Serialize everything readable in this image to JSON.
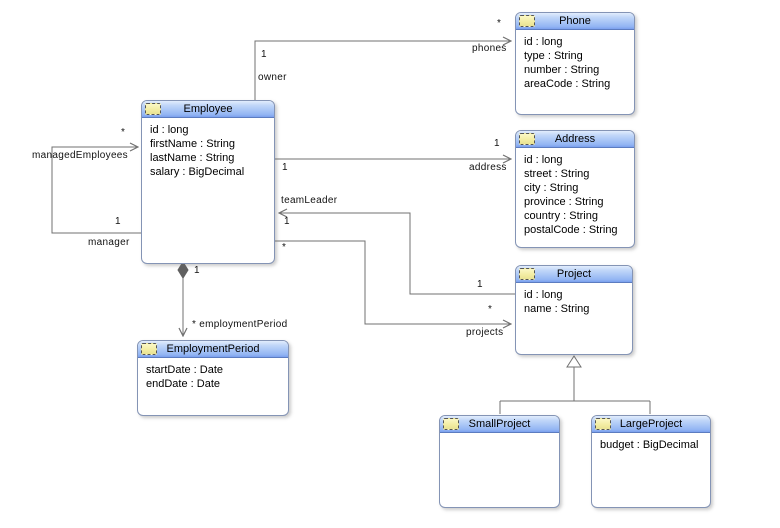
{
  "colors": {
    "header_gradient_top": "#c3d8f9",
    "header_gradient_bottom": "#7aa0ee",
    "box_border": "#8494b5",
    "header_border": "#5c7cc0",
    "icon_fill": "#f3eda4",
    "connector": "#707070",
    "text": "#000000",
    "background": "#ffffff"
  },
  "classes": {
    "employee": {
      "title": "Employee",
      "attributes": [
        "id : long",
        "firstName : String",
        "lastName : String",
        "salary : BigDecimal"
      ]
    },
    "phone": {
      "title": "Phone",
      "attributes": [
        "id : long",
        "type : String",
        "number : String",
        "areaCode : String"
      ]
    },
    "address": {
      "title": "Address",
      "attributes": [
        "id : long",
        "street : String",
        "city : String",
        "province : String",
        "country : String",
        "postalCode : String"
      ]
    },
    "project": {
      "title": "Project",
      "attributes": [
        "id : long",
        "name : String"
      ]
    },
    "employmentPeriod": {
      "title": "EmploymentPeriod",
      "attributes": [
        "startDate : Date",
        "endDate : Date"
      ]
    },
    "smallProject": {
      "title": "SmallProject",
      "attributes": []
    },
    "largeProject": {
      "title": "LargeProject",
      "attributes": [
        "budget : BigDecimal"
      ]
    }
  },
  "labels": {
    "owner_mult": "1",
    "owner_role": "owner",
    "phones_mult": "*",
    "phones_role": "phones",
    "managed_role": "managedEmployees",
    "managed_mult": "*",
    "manager_mult": "1",
    "manager_role": "manager",
    "address_src_mult": "1",
    "address_tgt_mult": "1",
    "address_role": "address",
    "teamleader_role": "teamLeader",
    "teamleader_near_mult": "1",
    "teamleader_far_mult": "1",
    "projects_src_mult": "*",
    "projects_tgt_mult": "*",
    "projects_role": "projects",
    "employment_mult": "1",
    "employment_role": "* employmentPeriod"
  }
}
